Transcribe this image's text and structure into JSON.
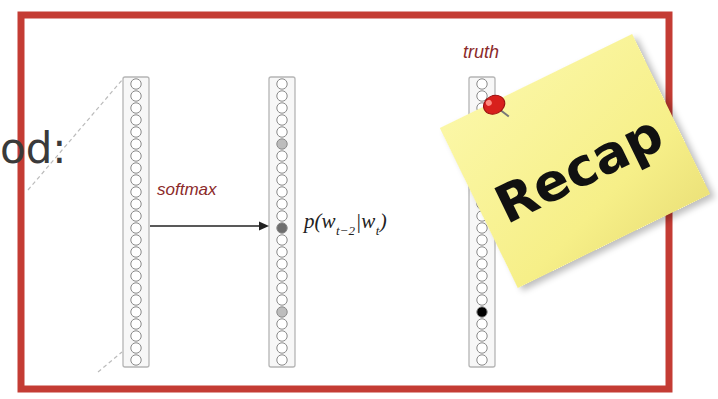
{
  "diagram": {
    "nodes": [
      {
        "text": [
          "Recap"
        ]
      }
    ],
    "labels": [
      "od:",
      "softmax",
      "truth",
      "p(w",
      "t−2",
      "|w",
      "t",
      ")"
    ]
  }
}
